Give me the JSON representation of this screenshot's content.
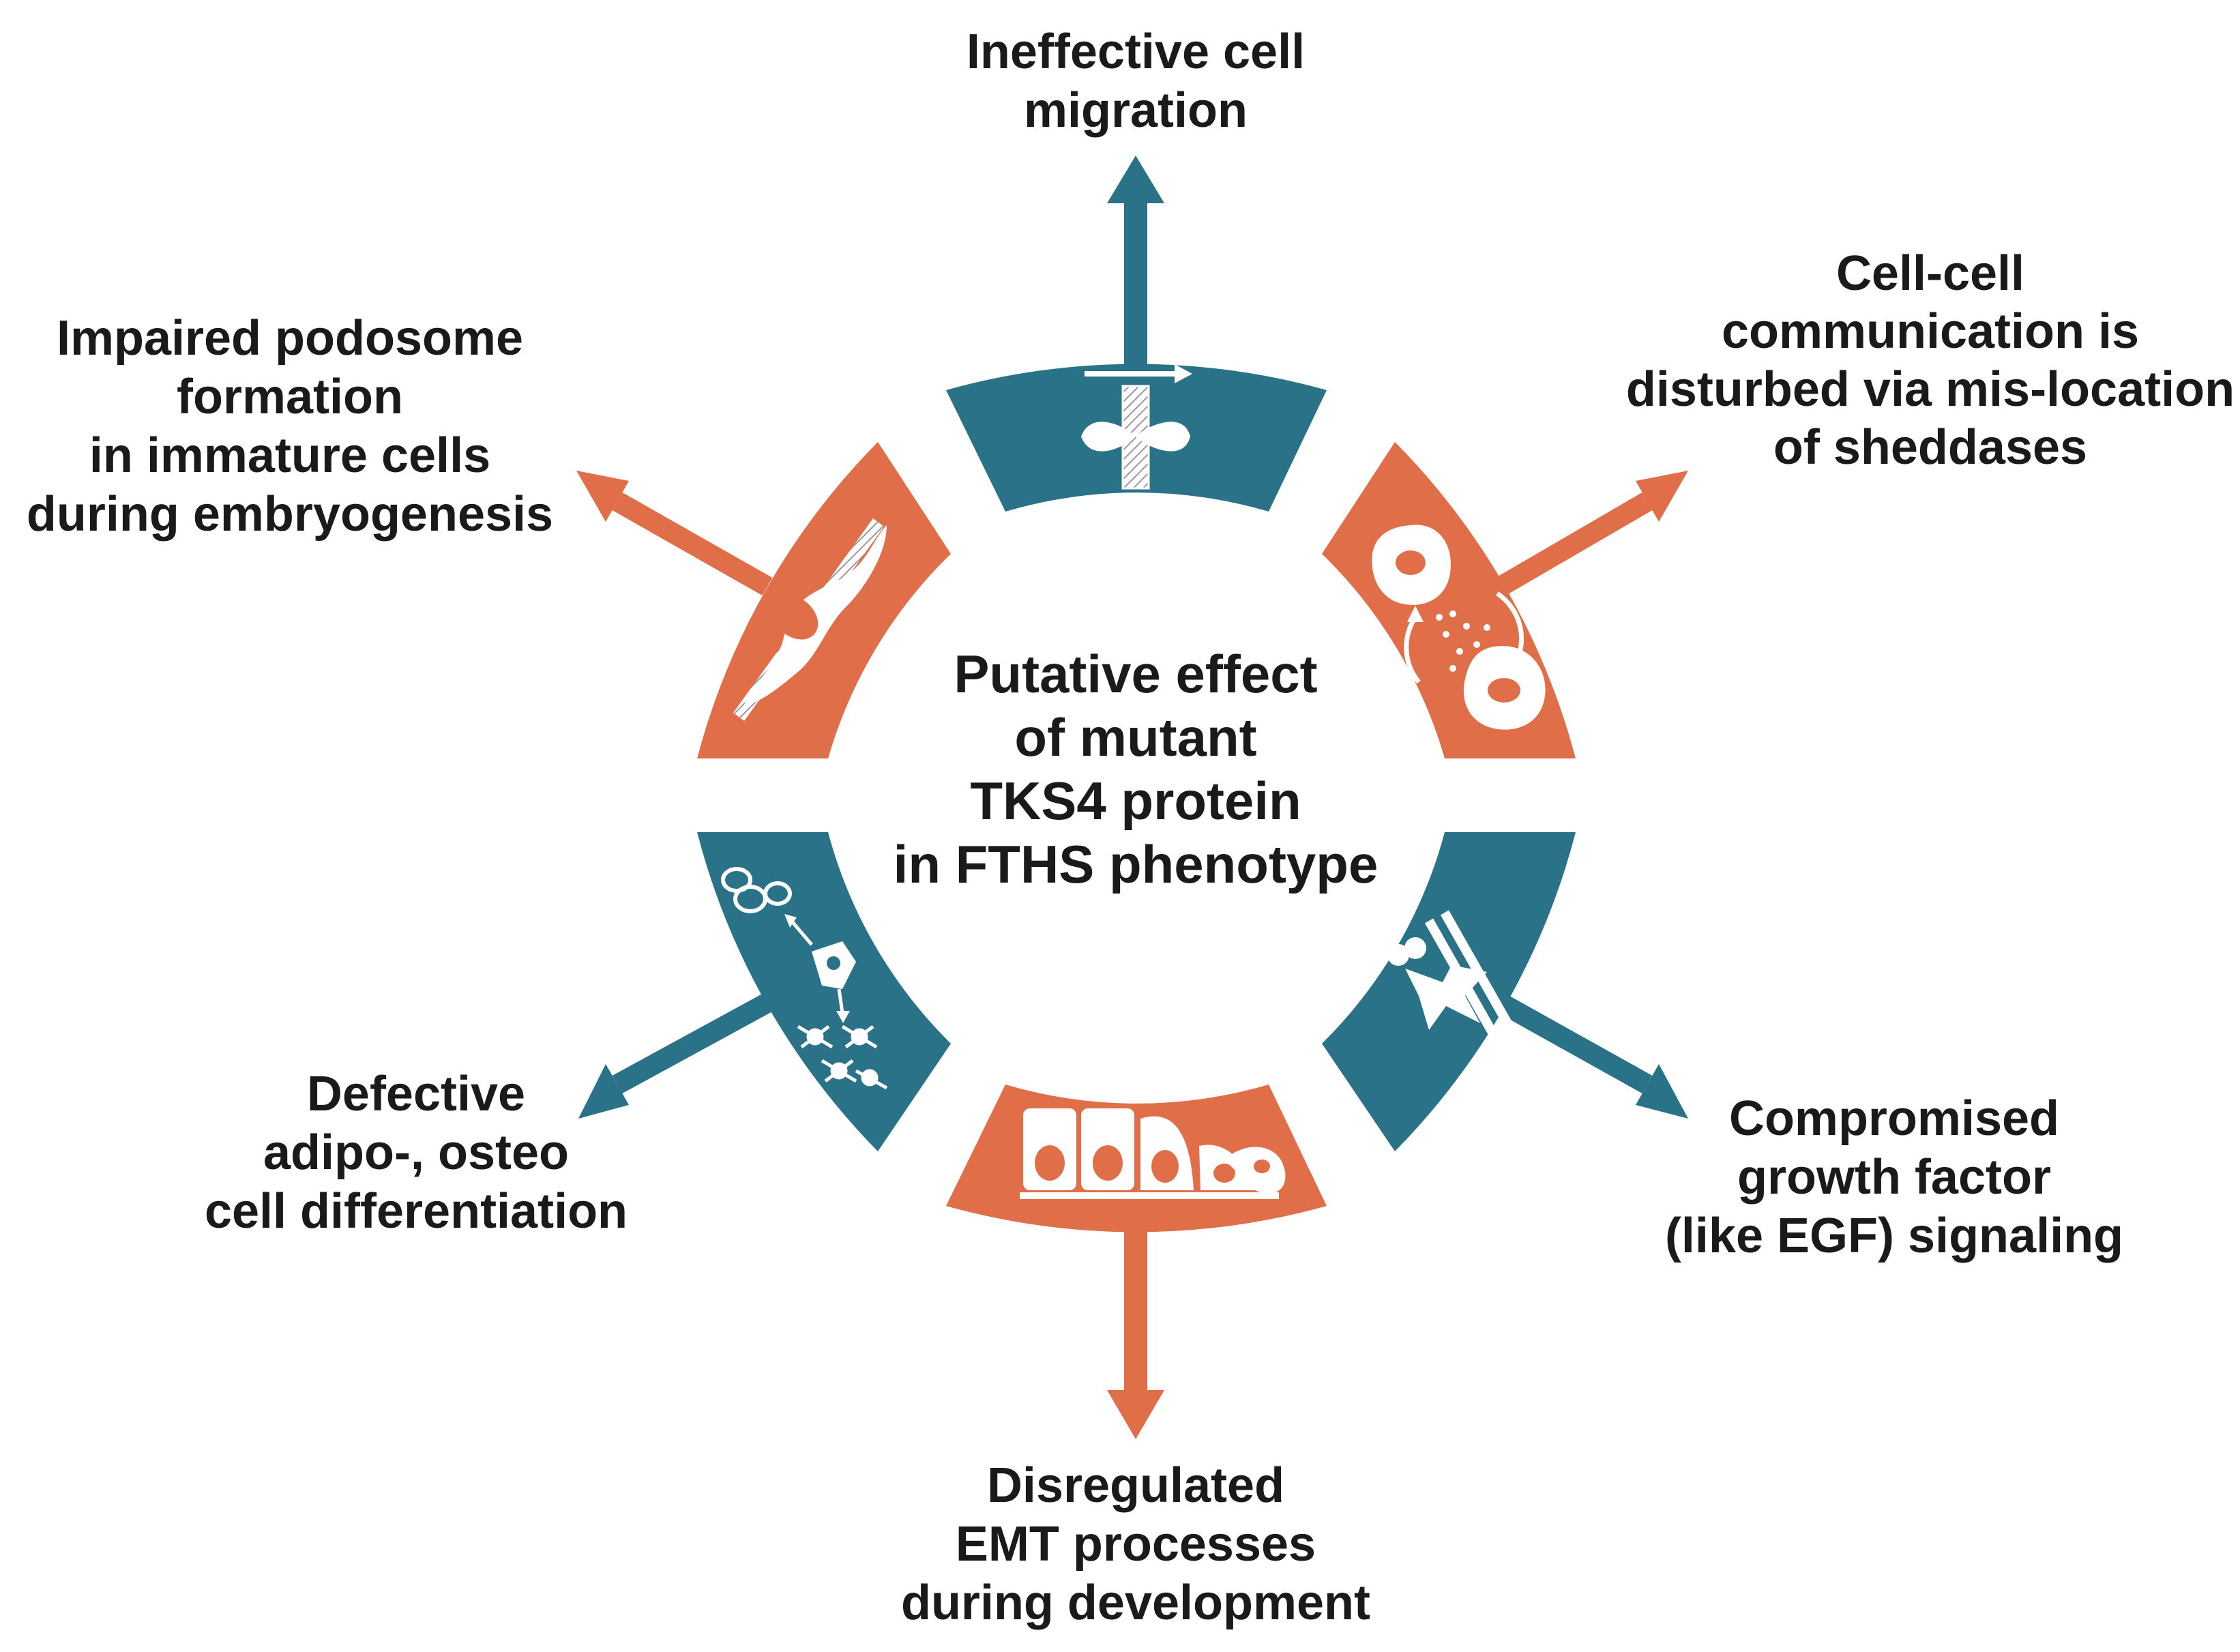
{
  "colors": {
    "teal": "#2a7288",
    "orange": "#e06e48",
    "icon": "#ffffff",
    "text": "#1a1a1a",
    "background": "#ffffff"
  },
  "center": {
    "lines": [
      "Putative effect",
      "of mutant",
      "TKS4 protein",
      "in FTHS phenotype"
    ]
  },
  "segments": [
    {
      "id": "top",
      "color": "teal",
      "icon": "cell-migration-icon",
      "label_lines": [
        "Ineffective cell",
        "migration"
      ]
    },
    {
      "id": "upper-right",
      "color": "orange",
      "icon": "cell-communication-icon",
      "label_lines": [
        "Cell-cell",
        "communication is",
        "disturbed via mis-location",
        "of sheddases"
      ]
    },
    {
      "id": "lower-right",
      "color": "teal",
      "icon": "receptor-signaling-icon",
      "label_lines": [
        "Compromised",
        "growth factor",
        "(like EGF) signaling"
      ]
    },
    {
      "id": "bottom",
      "color": "orange",
      "icon": "emt-cells-icon",
      "label_lines": [
        "Disregulated",
        "EMT processes",
        "during development"
      ]
    },
    {
      "id": "lower-left",
      "color": "teal",
      "icon": "cell-differentiation-icon",
      "label_lines": [
        "Defective",
        "adipo-, osteo",
        "cell differentiation"
      ]
    },
    {
      "id": "upper-left",
      "color": "orange",
      "icon": "podosome-cell-icon",
      "label_lines": [
        "Impaired podosome",
        "formation",
        "in immature cells",
        "during embryogenesis"
      ]
    }
  ]
}
